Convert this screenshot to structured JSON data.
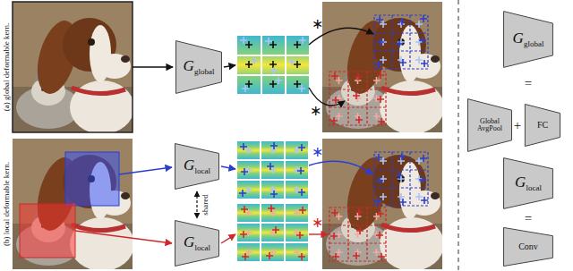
{
  "diagram": {
    "nodes": [
      {
        "text": [
          "G",
          "global"
        ]
      },
      {
        "text": [
          "G",
          "local"
        ]
      },
      {
        "text": [
          "G",
          "local"
        ]
      },
      {
        "text": [
          "G",
          "global"
        ]
      },
      {
        "text": [
          "Global AvgPool"
        ]
      },
      {
        "text": [
          "FC"
        ]
      },
      {
        "text": [
          "G",
          "local"
        ]
      },
      {
        "text": [
          "Conv"
        ]
      }
    ],
    "edges": [
      {
        "from": 1,
        "to": 2,
        "label": "shared",
        "arrow": "both"
      }
    ],
    "labels": [
      "(a) global deformable kern.",
      "(b) local deformable kern.",
      "∗",
      "∗",
      "∗",
      "∗",
      "=",
      "+",
      "="
    ]
  }
}
